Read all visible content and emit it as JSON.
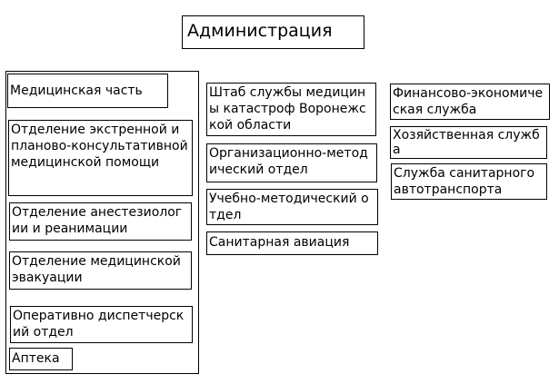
{
  "diagram": {
    "title": "Администрация",
    "medical_part": {
      "header": "Медицинская часть",
      "units": [
        "Отделение экстренной и планово-консультативной медицинской помощи",
        "Отделение анестезиологии и реанимации",
        "Отделение медицинской эвакуации",
        "Оперативно диспетчерский отдел",
        "Аптека"
      ]
    },
    "middle_column": [
      "Штаб службы медицины катастроф Воронежской области",
      "Организационно-методический отдел",
      "Учебно-методический отдел",
      "Санитарная авиация"
    ],
    "right_column": [
      "Финансово-экономическая служба",
      "Хозяйственная служба",
      "Служба санитарного автотранспорта"
    ]
  }
}
